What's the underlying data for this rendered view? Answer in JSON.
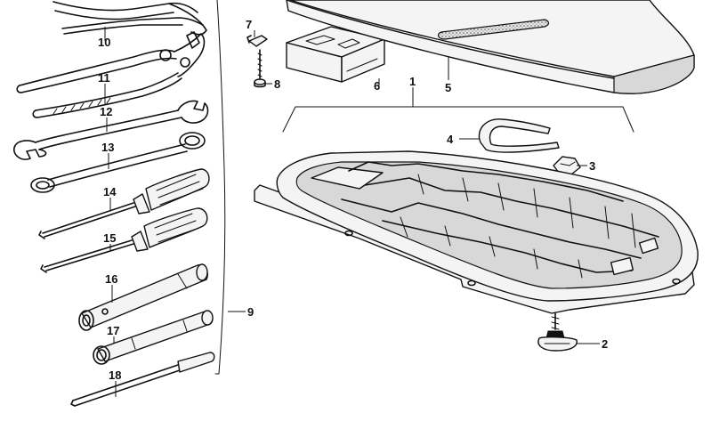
{
  "parts": [
    {
      "id": "p1",
      "label": "1"
    },
    {
      "id": "p2",
      "label": "2"
    },
    {
      "id": "p3",
      "label": "3"
    },
    {
      "id": "p4",
      "label": "4"
    },
    {
      "id": "p5",
      "label": "5"
    },
    {
      "id": "p6",
      "label": "6"
    },
    {
      "id": "p7",
      "label": "7"
    },
    {
      "id": "p8",
      "label": "8"
    },
    {
      "id": "p9",
      "label": "9"
    },
    {
      "id": "p10",
      "label": "10"
    },
    {
      "id": "p11",
      "label": "11"
    },
    {
      "id": "p12",
      "label": "12"
    },
    {
      "id": "p13",
      "label": "13"
    },
    {
      "id": "p14",
      "label": "14"
    },
    {
      "id": "p15",
      "label": "15"
    },
    {
      "id": "p16",
      "label": "16"
    },
    {
      "id": "p17",
      "label": "17"
    },
    {
      "id": "p18",
      "label": "18"
    }
  ]
}
